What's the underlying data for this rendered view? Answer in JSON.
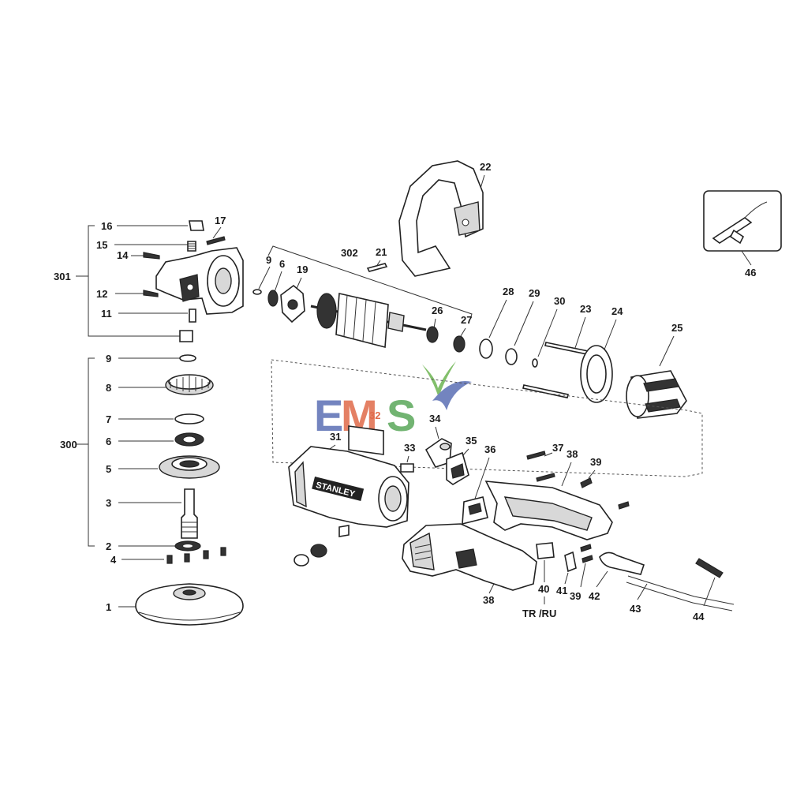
{
  "watermark": {
    "text_e": "E",
    "text_m": "M",
    "text_s": "S",
    "colors": {
      "e": "#5b6fb4",
      "m": "#e06a4a",
      "s": "#5aa85a",
      "swoosh_green": "#6db552",
      "swoosh_blue": "#5b6fb4"
    }
  },
  "housing_brand": "STANLEY",
  "assembly_labels": {
    "gear_head_upper": "301",
    "gear_head_lower": "300",
    "armature": "302"
  },
  "region_label": "TR /RU",
  "part_numbers": {
    "p1": "1",
    "p2": "2",
    "p3": "3",
    "p4": "4",
    "p5": "5",
    "p6": "6",
    "p7": "7",
    "p8": "8",
    "p9a": "9",
    "p9b": "9",
    "p11": "11",
    "p12": "12",
    "p14": "14",
    "p15": "15",
    "p16": "16",
    "p17": "17",
    "p19": "19",
    "p21": "21",
    "p22": "22",
    "p23": "23",
    "p24": "24",
    "p25": "25",
    "p26": "26",
    "p27": "27",
    "p28": "28",
    "p29": "29",
    "p30": "30",
    "p31": "31",
    "p32": "32",
    "p33": "33",
    "p34": "34",
    "p35": "35",
    "p36": "36",
    "p37": "37",
    "p38a": "38",
    "p38b": "38",
    "p39a": "39",
    "p39b": "39",
    "p40": "40",
    "p41": "41",
    "p42": "42",
    "p43": "43",
    "p44": "44",
    "p46": "46"
  }
}
